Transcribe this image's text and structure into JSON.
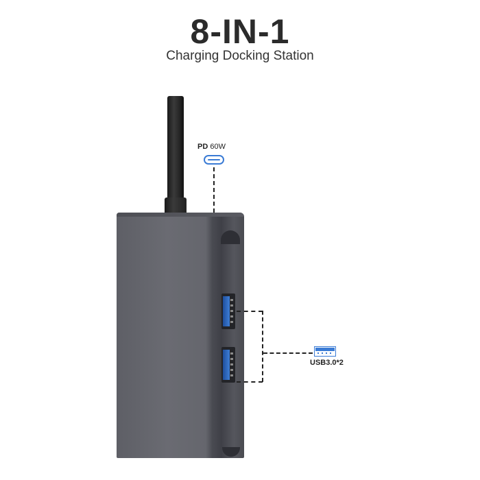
{
  "header": {
    "title": "8-IN-1",
    "subtitle": "Charging Docking Station"
  },
  "callouts": {
    "pd": {
      "prefix": "PD",
      "value": "60W",
      "icon": "usb-c-port-icon"
    },
    "usb": {
      "label": "USB3.0*2",
      "icon": "usb-a-port-icon"
    }
  },
  "colors": {
    "accent_blue": "#3a7bd5",
    "body_gray": "#65666d",
    "text_dark": "#2b2b2b"
  }
}
